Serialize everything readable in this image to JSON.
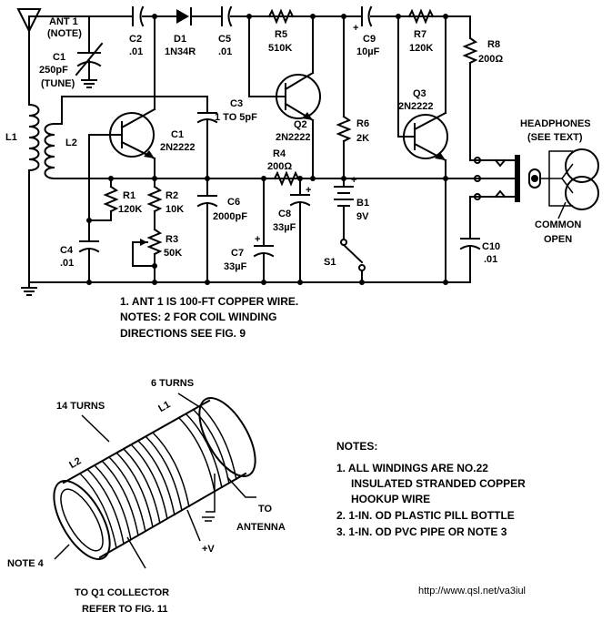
{
  "schematic": {
    "ant1": [
      "ANT 1",
      "(NOTE)"
    ],
    "c1": [
      "C1",
      "250pF",
      "(TUNE)"
    ],
    "c2": [
      "C2",
      ".01"
    ],
    "d1": [
      "D1",
      "1N34R"
    ],
    "c5": [
      "C5",
      ".01"
    ],
    "r5": [
      "R5",
      "510K"
    ],
    "c9": [
      "C9",
      "10µF"
    ],
    "r7": [
      "R7",
      "120K"
    ],
    "r8": [
      "R8",
      "200Ω"
    ],
    "l1": "L1",
    "l2": "L2",
    "q1": [
      "C1",
      "2N2222"
    ],
    "c3": [
      "C3",
      "1 TO 5pF"
    ],
    "q2": [
      "Q2",
      "2N2222"
    ],
    "r6": [
      "R6",
      "2K"
    ],
    "q3": [
      "Q3",
      "2N2222"
    ],
    "headphones": [
      "HEADPHONES",
      "(SEE TEXT)"
    ],
    "r4": [
      "R4",
      "200Ω"
    ],
    "r1": [
      "R1",
      "120K"
    ],
    "r2": [
      "R2",
      "10K"
    ],
    "c6": [
      "C6",
      "2000pF"
    ],
    "c8": [
      "C8",
      "33µF"
    ],
    "b1": [
      "B1",
      "9V"
    ],
    "c4": [
      "C4",
      ".01"
    ],
    "r3": [
      "R3",
      "50K"
    ],
    "c7": [
      "C7",
      "33µF"
    ],
    "s1": "S1",
    "c10": [
      "C10",
      ".01"
    ],
    "jack": [
      "COMMON",
      "OPEN"
    ],
    "notes": [
      "1. ANT 1 IS 100-FT COPPER WIRE.",
      "NOTES: 2 FOR COIL WINDING",
      "DIRECTIONS SEE FIG. 9"
    ]
  },
  "coil": {
    "l1_turns": "6 TURNS",
    "l1": "L1",
    "l2_turns": "14 TURNS",
    "l2": "L2",
    "to_antenna": [
      "TO",
      "ANTENNA"
    ],
    "plus_v": "+V",
    "note4": "NOTE 4",
    "to_q1": "TO Q1 COLLECTOR",
    "refer": "REFER TO FIG. 11"
  },
  "notes_block": {
    "title": "NOTES:",
    "items": [
      "1. ALL WINDINGS ARE NO.22",
      "INSULATED STRANDED COPPER",
      "HOOKUP WIRE",
      "2. 1-IN. OD PLASTIC PILL BOTTLE",
      "3. 1-IN. OD PVC PIPE OR NOTE 3"
    ]
  },
  "url": "http://www.qsl.net/va3iul"
}
